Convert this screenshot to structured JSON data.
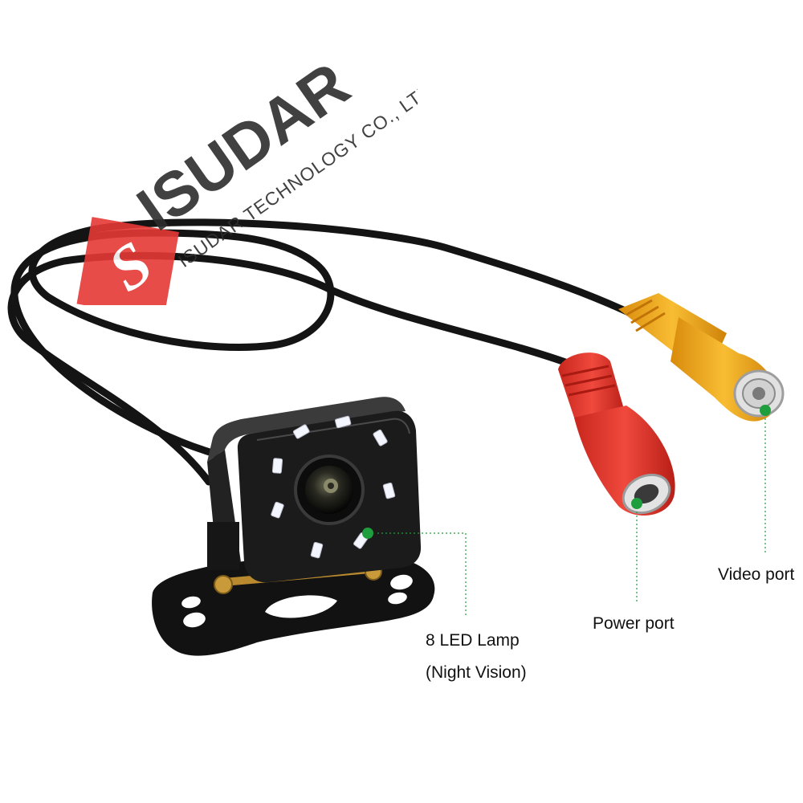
{
  "brand": {
    "name": "ISUDAR",
    "company": "ISUDAR TECHNOLOGY CO., LTD",
    "logo_color": "#e53935"
  },
  "callouts": {
    "led_lamp": {
      "line1": "8 LED Lamp",
      "line2": "(Night Vision)"
    },
    "power_port": "Power port",
    "video_port": "Video port",
    "marker_color": "#1e9e3c"
  },
  "colors": {
    "cable": "#141414",
    "camera_body": "#1b1b1b",
    "power_plug": "#e53b30",
    "video_plug": "#f2a91a",
    "led": "#f4f6ff"
  }
}
